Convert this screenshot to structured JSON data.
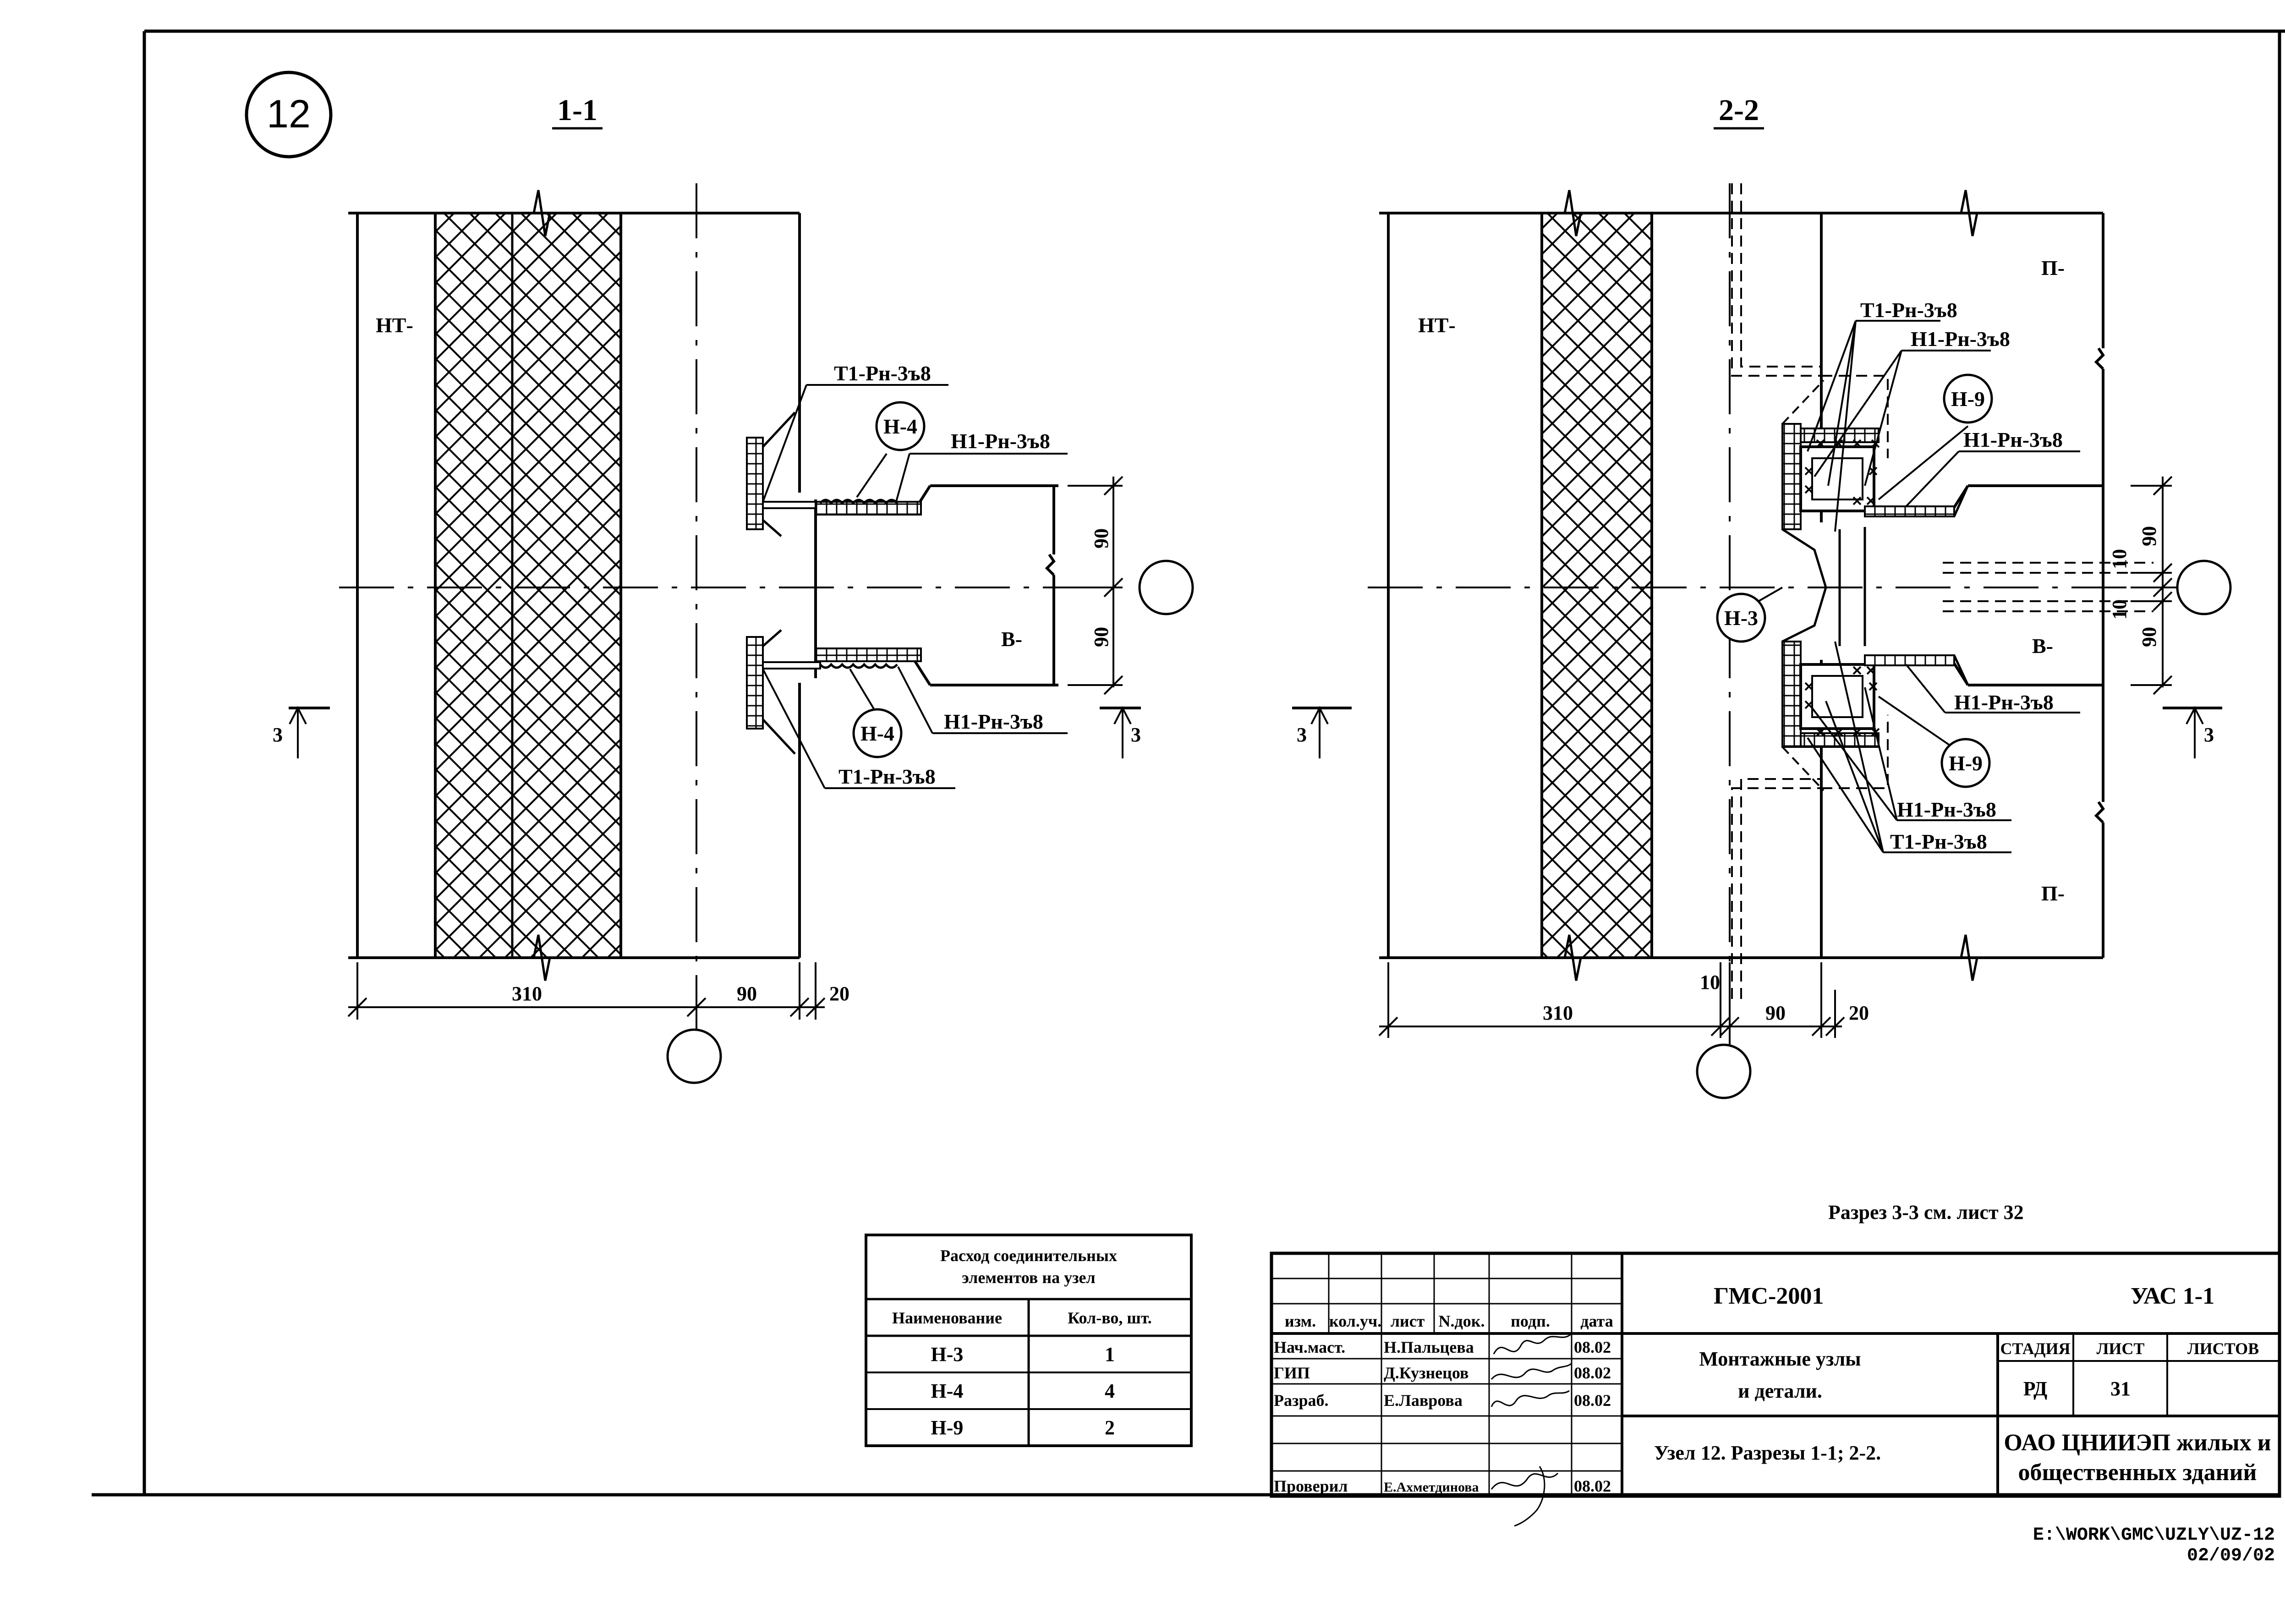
{
  "sheet": {
    "node_number": "12",
    "sections": [
      {
        "title": "1-1"
      },
      {
        "title": "2-2"
      }
    ],
    "section_note": "Разрез 3-3 см. лист 32"
  },
  "section_1_1": {
    "labels": {
      "outer_panel": "НТ-",
      "inner_panel": "В-",
      "callout_top": "Т1-Рн-3ъ8",
      "callout_top2": "Н1-Рн-3ъ8",
      "callout_bot": "Н1-Рн-3ъ8",
      "callout_bot2": "Т1-Рн-3ъ8",
      "part_top": "Н-4",
      "part_bot": "Н-4",
      "cut_mark_left": "3",
      "cut_mark_right": "3"
    },
    "dims": {
      "d1": "310",
      "d2": "90",
      "d3": "20",
      "v1": "90",
      "v2": "90"
    }
  },
  "section_2_2": {
    "labels": {
      "outer_panel": "НТ-",
      "inner_panel": "В-",
      "floor_top": "П-",
      "floor_bot": "П-",
      "t_top": "Т1-Рн-3ъ8",
      "h_top": "Н1-Рн-3ъ8",
      "h_top2": "Н1-Рн-3ъ8",
      "h_bot": "Н1-Рн-3ъ8",
      "h_bot2": "Н1-Рн-3ъ8",
      "t_bot": "Т1-Рн-3ъ8",
      "part_h9_top": "Н-9",
      "part_h9_bot": "Н-9",
      "part_h3": "Н-3",
      "cut_mark_left": "3",
      "cut_mark_right": "3"
    },
    "dims": {
      "d0": "10",
      "d1": "310",
      "d2": "90",
      "d3": "20",
      "v1": "90",
      "v2": "90",
      "v3": "10",
      "v4": "10"
    }
  },
  "consumption_table": {
    "title_line1": "Расход соединительных",
    "title_line2": "элементов на узел",
    "headers": [
      "Наименование",
      "Кол-во, шт."
    ],
    "rows": [
      [
        "Н-3",
        "1"
      ],
      [
        "Н-4",
        "4"
      ],
      [
        "Н-9",
        "2"
      ]
    ]
  },
  "title_block": {
    "code": "ГМС-2001",
    "sheet_code": "УАС 1-1",
    "col_headers": [
      "изм.",
      "кол.уч.",
      "лист",
      "N.док.",
      "подп.",
      "дата"
    ],
    "signatures": [
      {
        "role": "Нач.маст.",
        "name": "Н.Пальцева",
        "date": "08.02"
      },
      {
        "role": "ГИП",
        "name": "Д.Кузнецов",
        "date": "08.02"
      },
      {
        "role": "Разраб.",
        "name": "Е.Лаврова",
        "date": "08.02"
      },
      {
        "role": "",
        "name": "",
        "date": ""
      },
      {
        "role": "Проверил",
        "name": "Е.Ахметдинова",
        "date": "08.02"
      }
    ],
    "doc_title_line1": "Монтажные узлы",
    "doc_title_line2": "и детали.",
    "node_title": "Узел 12.   Разрезы 1-1; 2-2.",
    "stage_header": "СТАДИЯ",
    "sheet_header": "ЛИСТ",
    "sheets_header": "ЛИСТОВ",
    "stage": "РД",
    "sheet_no": "31",
    "sheets_total": "",
    "org_line1": "ОАО ЦНИИЭП жилых и",
    "org_line2": "общественных зданий"
  },
  "file_stamp": {
    "path": "E:\\WORK\\GMC\\UZLY\\UZ-12",
    "date": "02/09/02"
  }
}
